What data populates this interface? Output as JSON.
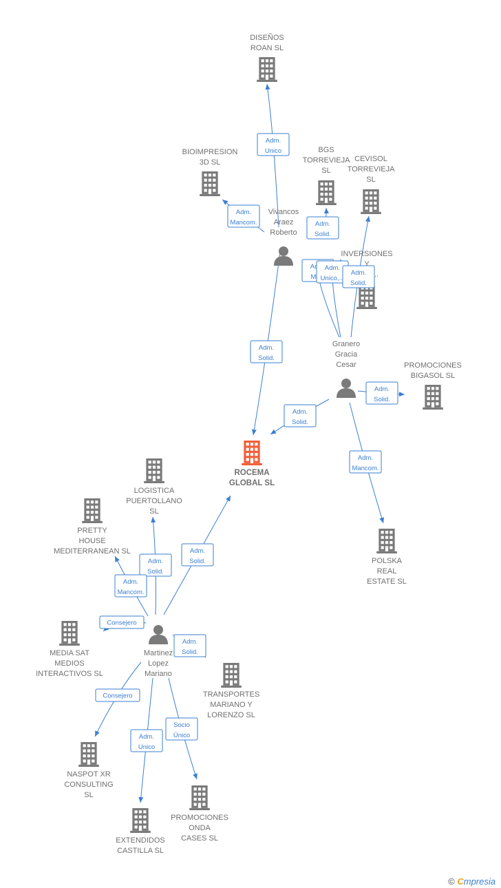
{
  "nodes": [
    {
      "id": "disenos",
      "type": "company",
      "lines": [
        "DISEÑOS",
        "ROAN  SL"
      ]
    },
    {
      "id": "bioimpresion",
      "type": "company",
      "lines": [
        "BIOIMPRESION",
        "3D  SL"
      ]
    },
    {
      "id": "bgs",
      "type": "company",
      "lines": [
        "BGS",
        "TORREVIEJA",
        "SL"
      ]
    },
    {
      "id": "cevisol",
      "type": "company",
      "lines": [
        "CEVISOL",
        "TORREVIEJA",
        "SL"
      ]
    },
    {
      "id": "inversiones",
      "type": "company",
      "lines": [
        "INVERSIONES",
        "Y",
        "...OS..."
      ]
    },
    {
      "id": "vivancos",
      "type": "person",
      "lines": [
        "Vivancos",
        "Araez",
        "Roberto"
      ]
    },
    {
      "id": "granero",
      "type": "person",
      "lines": [
        "Granero",
        "Gracia",
        "Cesar"
      ]
    },
    {
      "id": "bigasol",
      "type": "company",
      "lines": [
        "PROMOCIONES",
        "BIGASOL SL"
      ]
    },
    {
      "id": "rocema",
      "type": "main",
      "lines": [
        "ROCEMA",
        "GLOBAL  SL"
      ]
    },
    {
      "id": "logistica",
      "type": "company",
      "lines": [
        "LOGISTICA",
        "PUERTOLLANO",
        "SL"
      ]
    },
    {
      "id": "pretty",
      "type": "company",
      "lines": [
        "PRETTY",
        "HOUSE",
        "MEDITERRANEAN SL"
      ]
    },
    {
      "id": "polska",
      "type": "company",
      "lines": [
        "POLSKA",
        "REAL",
        "ESTATE  SL"
      ]
    },
    {
      "id": "mediasat",
      "type": "company",
      "lines": [
        "MEDIA SAT",
        "MEDIOS",
        "INTERACTIVOS SL"
      ]
    },
    {
      "id": "martinez",
      "type": "person",
      "lines": [
        "Martinez",
        "Lopez",
        "Mariano"
      ]
    },
    {
      "id": "transportes",
      "type": "company",
      "lines": [
        "TRANSPORTES",
        "MARIANO Y",
        "LORENZO SL"
      ]
    },
    {
      "id": "naspot",
      "type": "company",
      "lines": [
        "NASPOT XR",
        "CONSULTING",
        "SL"
      ]
    },
    {
      "id": "extendidos",
      "type": "company",
      "lines": [
        "EXTENDIDOS",
        "CASTILLA SL"
      ]
    },
    {
      "id": "onda",
      "type": "company",
      "lines": [
        "PROMOCIONES",
        "ONDA",
        "CASES  SL"
      ]
    }
  ],
  "edges": [
    {
      "from": "vivancos",
      "to": "disenos",
      "role": [
        "Adm.",
        "Unico"
      ]
    },
    {
      "from": "vivancos",
      "to": "bioimpresion",
      "role": [
        "Adm.",
        "Mancom."
      ]
    },
    {
      "from": "vivancos",
      "to": "bgs",
      "role": [
        "Adm.",
        "Solid."
      ]
    },
    {
      "from": "vivancos",
      "to": "rocema",
      "role": [
        "Adm.",
        "Solid."
      ]
    },
    {
      "from": "granero",
      "to": "inversiones",
      "role": [
        "Adm.",
        "Ma..."
      ]
    },
    {
      "from": "granero",
      "to": "inversiones",
      "role": [
        "Adm.",
        "Unico,..."
      ]
    },
    {
      "from": "granero",
      "to": "cevisol",
      "role": [
        "Adm.",
        "Solid."
      ]
    },
    {
      "from": "granero",
      "to": "bigasol",
      "role": [
        "Adm.",
        "Solid."
      ]
    },
    {
      "from": "granero",
      "to": "rocema",
      "role": [
        "Adm.",
        "Solid."
      ]
    },
    {
      "from": "granero",
      "to": "polska",
      "role": [
        "Adm.",
        "Mancom."
      ]
    },
    {
      "from": "martinez",
      "to": "rocema",
      "role": [
        "Adm.",
        "Solid."
      ]
    },
    {
      "from": "martinez",
      "to": "logistica",
      "role": [
        "Adm.",
        "Solid."
      ]
    },
    {
      "from": "martinez",
      "to": "pretty",
      "role": [
        "Adm.",
        "Mancom."
      ]
    },
    {
      "from": "martinez",
      "to": "mediasat",
      "role": [
        "Consejero"
      ]
    },
    {
      "from": "martinez",
      "to": "transportes",
      "role": [
        "Adm.",
        "Solid."
      ]
    },
    {
      "from": "martinez",
      "to": "naspot",
      "role": [
        "Consejero"
      ]
    },
    {
      "from": "martinez",
      "to": "extendidos",
      "role": [
        "Adm.",
        "Unico"
      ]
    },
    {
      "from": "martinez",
      "to": "onda",
      "role": [
        "Socio",
        "Único"
      ]
    }
  ],
  "footer": {
    "copyright": "©",
    "brand_initial": "C",
    "brand_rest": "mpresia"
  },
  "colors": {
    "edge": "#3a7fd0",
    "icon": "#7a7a7a",
    "main_icon": "#f0603a",
    "text": "#6f6f6f"
  }
}
